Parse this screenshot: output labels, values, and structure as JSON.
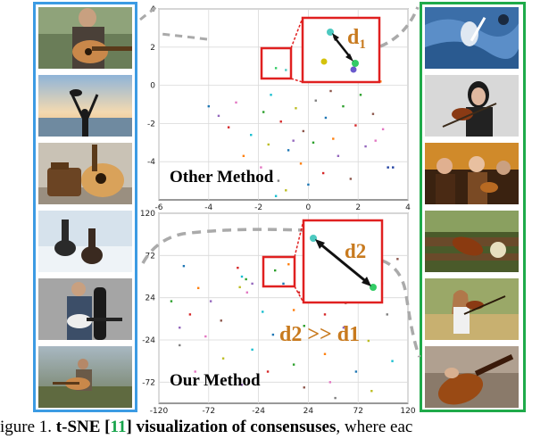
{
  "figure": {
    "caption": {
      "prefix": "igure 1.",
      "bold_text": "t-SNE [",
      "ref": "11",
      "bold_text2": "] visualization of consensuses",
      "suffix": ", where eac"
    },
    "colors": {
      "left_border": "#3c9be3",
      "right_border": "#1faa4a",
      "zoom_box": "#e02020",
      "label_orange": "#c87a1e",
      "dashed": "#b0b0b0"
    },
    "left_images": [
      {
        "icon": "guitar-player-icon"
      },
      {
        "icon": "guitar-beach-silhouette-icon"
      },
      {
        "icon": "guitar-bag-icon"
      },
      {
        "icon": "guitar-on-snow-icon"
      },
      {
        "icon": "electric-guitarist-icon"
      },
      {
        "icon": "guitar-outdoor-player-icon"
      }
    ],
    "right_images": [
      {
        "icon": "violin-on-fabric-icon"
      },
      {
        "icon": "violinist-woman-icon"
      },
      {
        "icon": "string-players-icon"
      },
      {
        "icon": "violin-on-bench-icon"
      },
      {
        "icon": "girl-violin-icon"
      },
      {
        "icon": "violin-closeup-icon"
      }
    ]
  },
  "chart_data": [
    {
      "type": "scatter",
      "label": "Other Method",
      "xlim": [
        -6,
        4
      ],
      "ylim": [
        -6,
        4
      ],
      "xticks": [
        "-6",
        "-4",
        "-2",
        "0",
        "2",
        "4"
      ],
      "yticks": [
        "4",
        "2",
        "0",
        "-2",
        "-4"
      ],
      "zoom_label": "d",
      "zoom_subscript": "1",
      "grid": true,
      "points": [
        {
          "x": 0.85,
          "y": 2.85,
          "color": "#4cc9c0"
        },
        {
          "x": 0.4,
          "y": 1.2,
          "color": "#d4c20c"
        },
        {
          "x": 1.8,
          "y": 1.05,
          "color": "#33cc66"
        },
        {
          "x": 1.75,
          "y": 0.75,
          "color": "#6a5acd"
        },
        {
          "x": -0.9,
          "y": 0.8,
          "color": "#4cc9c0"
        },
        {
          "x": -1.3,
          "y": 0.9,
          "color": "#33cc66"
        },
        {
          "x": 2.9,
          "y": 0.2,
          "color": "#ff7f0e"
        },
        {
          "x": -4.0,
          "y": -1.1,
          "color": "#1f77b4"
        },
        {
          "x": -3.6,
          "y": -1.6,
          "color": "#9467bd"
        },
        {
          "x": -2.9,
          "y": -0.9,
          "color": "#e377c2"
        },
        {
          "x": -1.8,
          "y": -1.4,
          "color": "#2ca02c"
        },
        {
          "x": -1.5,
          "y": -0.5,
          "color": "#17becf"
        },
        {
          "x": -1.1,
          "y": -1.9,
          "color": "#d62728"
        },
        {
          "x": -0.5,
          "y": -1.2,
          "color": "#bcbd22"
        },
        {
          "x": -0.2,
          "y": -2.4,
          "color": "#8c564b"
        },
        {
          "x": 0.3,
          "y": -0.8,
          "color": "#7f7f7f"
        },
        {
          "x": 0.7,
          "y": -1.7,
          "color": "#1f77b4"
        },
        {
          "x": 1.0,
          "y": -2.8,
          "color": "#ff7f0e"
        },
        {
          "x": 1.4,
          "y": -1.1,
          "color": "#2ca02c"
        },
        {
          "x": 1.9,
          "y": -2.1,
          "color": "#d62728"
        },
        {
          "x": 2.3,
          "y": -3.2,
          "color": "#9467bd"
        },
        {
          "x": 2.6,
          "y": -1.5,
          "color": "#8c564b"
        },
        {
          "x": 3.0,
          "y": -2.3,
          "color": "#e377c2"
        },
        {
          "x": 3.2,
          "y": -4.3,
          "color": "#1f3fa0"
        },
        {
          "x": 3.4,
          "y": -4.3,
          "color": "#1f3fa0"
        },
        {
          "x": -2.3,
          "y": -2.6,
          "color": "#17becf"
        },
        {
          "x": -1.6,
          "y": -3.1,
          "color": "#bcbd22"
        },
        {
          "x": -0.8,
          "y": -3.4,
          "color": "#1f77b4"
        },
        {
          "x": -0.3,
          "y": -4.1,
          "color": "#ff7f0e"
        },
        {
          "x": 0.2,
          "y": -3.0,
          "color": "#2ca02c"
        },
        {
          "x": 0.6,
          "y": -4.6,
          "color": "#d62728"
        },
        {
          "x": 1.2,
          "y": -3.7,
          "color": "#9467bd"
        },
        {
          "x": 1.7,
          "y": -4.9,
          "color": "#8c564b"
        },
        {
          "x": -1.9,
          "y": -4.3,
          "color": "#e377c2"
        },
        {
          "x": -1.2,
          "y": -5.0,
          "color": "#7f7f7f"
        },
        {
          "x": -0.9,
          "y": -5.5,
          "color": "#bcbd22"
        },
        {
          "x": -1.3,
          "y": -5.8,
          "color": "#17becf"
        },
        {
          "x": 0.0,
          "y": -5.2,
          "color": "#1f77b4"
        },
        {
          "x": -2.6,
          "y": -3.7,
          "color": "#ff7f0e"
        },
        {
          "x": 2.1,
          "y": -0.5,
          "color": "#2ca02c"
        },
        {
          "x": -3.2,
          "y": -2.2,
          "color": "#d62728"
        },
        {
          "x": -0.6,
          "y": -2.9,
          "color": "#9467bd"
        },
        {
          "x": 0.9,
          "y": -0.3,
          "color": "#8c564b"
        },
        {
          "x": 2.7,
          "y": -2.9,
          "color": "#e377c2"
        }
      ]
    },
    {
      "type": "scatter",
      "label": "Our Method",
      "xlim": [
        -120,
        120
      ],
      "ylim": [
        -96,
        120
      ],
      "xticks": [
        "-120",
        "-72",
        "-24",
        "24",
        "72",
        "120"
      ],
      "yticks": [
        "120",
        "72",
        "24",
        "-24",
        "-72"
      ],
      "zoom_label": "d2",
      "annotation": "d2 >> d1",
      "grid": true,
      "points": [
        {
          "x": 28,
          "y": 83,
          "color": "#4cc9c0"
        },
        {
          "x": 88,
          "y": 27,
          "color": "#33cc66"
        },
        {
          "x": -44,
          "y": 58,
          "color": "#d62728"
        },
        {
          "x": -36,
          "y": 45,
          "color": "#2ca02c"
        },
        {
          "x": -42,
          "y": 36,
          "color": "#bcbd22"
        },
        {
          "x": -35,
          "y": 30,
          "color": "#e377c2"
        },
        {
          "x": -40,
          "y": 48,
          "color": "#17becf"
        },
        {
          "x": -30,
          "y": 40,
          "color": "#9467bd"
        },
        {
          "x": -96,
          "y": 60,
          "color": "#1f77b4"
        },
        {
          "x": -82,
          "y": 35,
          "color": "#ff7f0e"
        },
        {
          "x": -108,
          "y": 20,
          "color": "#2ca02c"
        },
        {
          "x": -90,
          "y": 5,
          "color": "#d62728"
        },
        {
          "x": -70,
          "y": 20,
          "color": "#9467bd"
        },
        {
          "x": -60,
          "y": -2,
          "color": "#8c564b"
        },
        {
          "x": -75,
          "y": -20,
          "color": "#e377c2"
        },
        {
          "x": -100,
          "y": -30,
          "color": "#7f7f7f"
        },
        {
          "x": -58,
          "y": -45,
          "color": "#bcbd22"
        },
        {
          "x": -20,
          "y": 8,
          "color": "#17becf"
        },
        {
          "x": -10,
          "y": -18,
          "color": "#1f77b4"
        },
        {
          "x": 10,
          "y": 10,
          "color": "#ff7f0e"
        },
        {
          "x": 20,
          "y": -8,
          "color": "#2ca02c"
        },
        {
          "x": 40,
          "y": 5,
          "color": "#d62728"
        },
        {
          "x": 58,
          "y": -10,
          "color": "#9467bd"
        },
        {
          "x": 60,
          "y": 18,
          "color": "#8c564b"
        },
        {
          "x": 95,
          "y": 40,
          "color": "#e377c2"
        },
        {
          "x": 100,
          "y": 5,
          "color": "#7f7f7f"
        },
        {
          "x": 82,
          "y": -25,
          "color": "#bcbd22"
        },
        {
          "x": 105,
          "y": -48,
          "color": "#17becf"
        },
        {
          "x": 70,
          "y": -60,
          "color": "#1f77b4"
        },
        {
          "x": 40,
          "y": -40,
          "color": "#ff7f0e"
        },
        {
          "x": 10,
          "y": -52,
          "color": "#2ca02c"
        },
        {
          "x": -15,
          "y": -60,
          "color": "#d62728"
        },
        {
          "x": -40,
          "y": -75,
          "color": "#9467bd"
        },
        {
          "x": 20,
          "y": -78,
          "color": "#8c564b"
        },
        {
          "x": 45,
          "y": -72,
          "color": "#e377c2"
        },
        {
          "x": 50,
          "y": -90,
          "color": "#7f7f7f"
        },
        {
          "x": 85,
          "y": -82,
          "color": "#bcbd22"
        },
        {
          "x": -30,
          "y": -35,
          "color": "#17becf"
        },
        {
          "x": 0,
          "y": 40,
          "color": "#1f77b4"
        },
        {
          "x": 5,
          "y": 62,
          "color": "#ff7f0e"
        },
        {
          "x": -8,
          "y": 55,
          "color": "#2ca02c"
        },
        {
          "x": 15,
          "y": 30,
          "color": "#d62728"
        },
        {
          "x": -100,
          "y": -10,
          "color": "#9467bd"
        },
        {
          "x": 110,
          "y": 68,
          "color": "#8c564b"
        },
        {
          "x": -85,
          "y": -60,
          "color": "#e377c2"
        }
      ]
    }
  ]
}
